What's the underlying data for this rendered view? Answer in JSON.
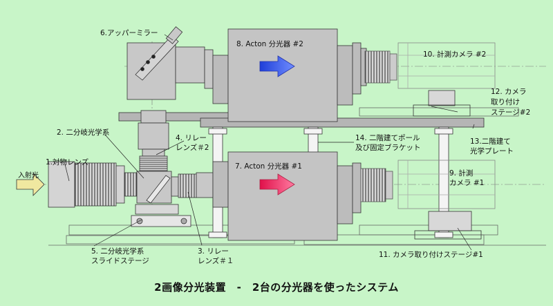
{
  "labels": {
    "upper_mirror": "6.アッパーミラー",
    "acton_2": "8. Acton 分光器 #2",
    "camera_2": "10. 計測カメラ #2",
    "camera_mount_2": "12. カメラ\n取り付け\nステージ#2",
    "beam_splitter": "2. 二分岐光学系",
    "objective_lens": "1.対物レンズ",
    "incident_light": "入射光",
    "relay_lens_2": "4. リレー\nレンズ＃2",
    "pole_bracket": "14. 二階建てポール\n及び固定ブラケット",
    "second_floor_plate": "13.二階建て\n光学プレート",
    "acton_1": "7.   Acton 分光器 #1",
    "camera_1": "9. 計測\nカメラ #1",
    "slide_stage": "5. 二分岐光学系\nスライドステージ",
    "relay_lens_1": "3. リレー\nレンズ＃１",
    "camera_mount_1": "11. カメラ取り付けステージ#1"
  },
  "title": "2画像分光装置　-　2台の分光器を使ったシステム",
  "colors": {
    "background": "#c8f5c8",
    "arrow_blue": "#3355ee",
    "arrow_red": "#ee3366",
    "arrow_input": "#f0e8a0"
  }
}
